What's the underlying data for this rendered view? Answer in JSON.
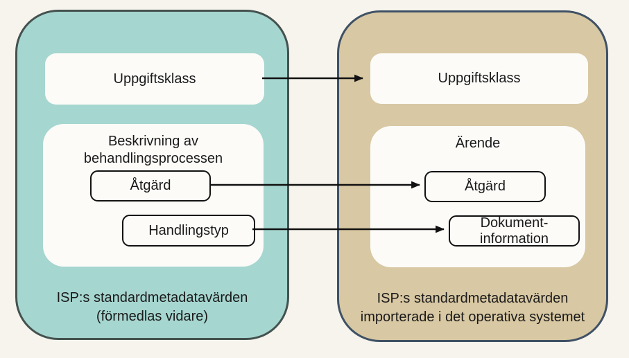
{
  "colors": {
    "background": "#f7f4ed",
    "left_panel_fill": "#a6d6d0",
    "left_panel_border": "#44524f",
    "right_panel_fill": "#d8c8a3",
    "right_panel_border": "#3f5165",
    "inner_box_fill": "#fcfbf8",
    "outline_box_border": "#111111",
    "arrow": "#111111",
    "text": "#1a1a1a"
  },
  "left_panel": {
    "uppgiftsklass_label": "Uppgiftsklass",
    "process_box": {
      "title_line1": "Beskrivning av",
      "title_line2": "behandlingsprocessen",
      "atgard_label": "Åtgärd",
      "handlingstyp_label": "Handlingstyp"
    },
    "caption_line1": "ISP:s standardmetadatavärden",
    "caption_line2": "(förmedlas vidare)"
  },
  "right_panel": {
    "uppgiftsklass_label": "Uppgiftsklass",
    "arende_box": {
      "title": "Ärende",
      "atgard_label": "Åtgärd",
      "dokument_line1": "Dokument-",
      "dokument_line2": "information"
    },
    "caption_line1": "ISP:s standardmetadatavärden",
    "caption_line2": "importerade i det operativa systemet"
  },
  "arrows": [
    {
      "name": "uppgiftsklass-to-uppgiftsklass"
    },
    {
      "name": "atgard-to-atgard"
    },
    {
      "name": "handlingstyp-to-dokumentinformation"
    }
  ]
}
